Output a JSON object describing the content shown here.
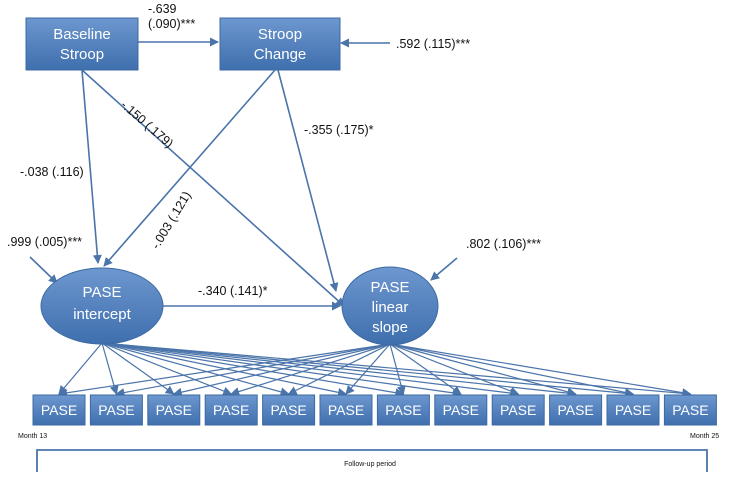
{
  "colors": {
    "box_fill": "#4f81bd",
    "box_stroke": "#3c6aa3",
    "arrow": "#4a74aa",
    "bracket": "#4a74aa"
  },
  "nodes": {
    "baseline": [
      "Baseline",
      "Stroop"
    ],
    "change": [
      "Stroop",
      "Change"
    ],
    "intercept": [
      "PASE",
      "intercept"
    ],
    "slope": [
      "PASE",
      "linear",
      "slope"
    ],
    "observed_label": "PASE",
    "observed_count": 12
  },
  "paths": {
    "baseline_to_change": [
      "-.639",
      "(.090)***"
    ],
    "change_residual": ".592 (.115)***",
    "baseline_to_slope": "-.150 (.179)",
    "change_to_slope": "-.355 (.175)*",
    "baseline_to_intercept": "-.038 (.116)",
    "change_to_intercept": "-.003 (.121)",
    "intercept_residual": ".999 (.005)***",
    "slope_residual": ".802 (.106)***",
    "intercept_to_slope": "-.340 (.141)*"
  },
  "timeline": {
    "start": "Month 13",
    "end": "Month 25",
    "period": "Follow-up period"
  }
}
